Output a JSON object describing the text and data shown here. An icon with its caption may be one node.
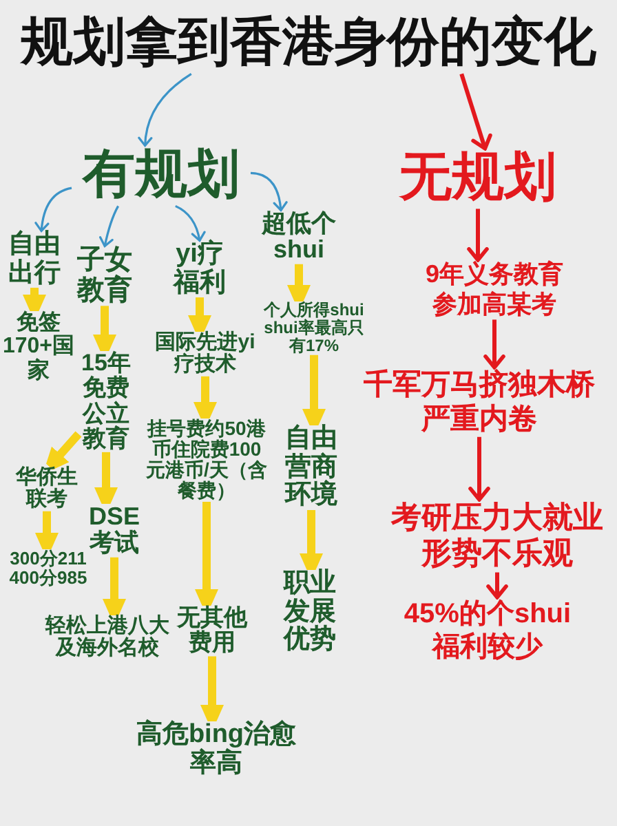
{
  "diagram": {
    "nodes": [
      {
        "text": [
          "规划拿到香港身份的变化"
        ]
      },
      {
        "text": [
          "有规划"
        ]
      },
      {
        "text": [
          "无规划"
        ]
      },
      {
        "text": [
          "自由出行"
        ]
      },
      {
        "text": [
          "子女教育"
        ]
      },
      {
        "text": [
          "yi疗福利"
        ]
      },
      {
        "text": [
          "超低个shui"
        ]
      },
      {
        "text": [
          "免签170+国家"
        ]
      },
      {
        "text": [
          "15年免费公立教育"
        ]
      },
      {
        "text": [
          "国际先进yi疗技术"
        ]
      },
      {
        "text": [
          "个人所得shui shui率最高只有17%"
        ]
      },
      {
        "text": [
          "挂号费约50港币住院费100元港币/天（含餐费）"
        ]
      },
      {
        "text": [
          "华侨生联考"
        ]
      },
      {
        "text": [
          "DSE考试"
        ]
      },
      {
        "text": [
          "300分211 400分985"
        ]
      },
      {
        "text": [
          "轻松上港八大及海外名校"
        ]
      },
      {
        "text": [
          "无其他费用"
        ]
      },
      {
        "text": [
          "高危bing治愈率高"
        ]
      },
      {
        "text": [
          "自由营商环境"
        ]
      },
      {
        "text": [
          "职业发展优势"
        ]
      },
      {
        "text": [
          "9年义务教育参加高某考"
        ]
      },
      {
        "text": [
          "千军万马挤独木桥严重内卷"
        ]
      },
      {
        "text": [
          "考研压力大就业形势不乐观"
        ]
      },
      {
        "text": [
          "45%的个shui福利较少"
        ]
      }
    ],
    "edges": [
      {
        "from": 0,
        "to": 1,
        "arrow": "to",
        "color": "#3c94c8"
      },
      {
        "from": 0,
        "to": 2,
        "arrow": "to",
        "color": "#e3191e"
      },
      {
        "from": 1,
        "to": 3,
        "arrow": "to",
        "color": "#3c94c8"
      },
      {
        "from": 1,
        "to": 4,
        "arrow": "to",
        "color": "#3c94c8"
      },
      {
        "from": 1,
        "to": 5,
        "arrow": "to",
        "color": "#3c94c8"
      },
      {
        "from": 1,
        "to": 6,
        "arrow": "to",
        "color": "#3c94c8"
      },
      {
        "from": 3,
        "to": 7,
        "arrow": "to"
      },
      {
        "from": 4,
        "to": 8,
        "arrow": "to"
      },
      {
        "from": 8,
        "to": 12,
        "arrow": "to"
      },
      {
        "from": 12,
        "to": 14,
        "arrow": "to"
      },
      {
        "from": 8,
        "to": 13,
        "arrow": "to"
      },
      {
        "from": 13,
        "to": 15,
        "arrow": "to"
      },
      {
        "from": 5,
        "to": 9,
        "arrow": "to"
      },
      {
        "from": 9,
        "to": 11,
        "arrow": "to"
      },
      {
        "from": 11,
        "to": 16,
        "arrow": "to"
      },
      {
        "from": 16,
        "to": 17,
        "arrow": "to"
      },
      {
        "from": 6,
        "to": 10,
        "arrow": "to"
      },
      {
        "from": 10,
        "to": 18,
        "arrow": "to"
      },
      {
        "from": 18,
        "to": 19,
        "arrow": "to"
      },
      {
        "from": 2,
        "to": 20,
        "arrow": "to",
        "color": "#e3191e"
      },
      {
        "from": 20,
        "to": 21,
        "arrow": "to",
        "color": "#e3191e"
      },
      {
        "from": 21,
        "to": 22,
        "arrow": "to",
        "color": "#e3191e"
      },
      {
        "from": 22,
        "to": 23,
        "arrow": "to",
        "color": "#e3191e"
      }
    ]
  }
}
